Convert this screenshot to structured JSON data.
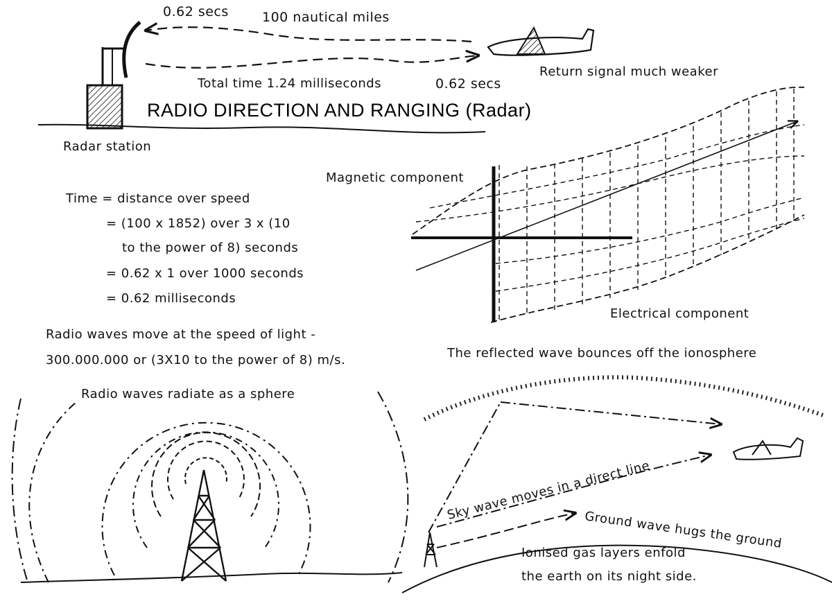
{
  "radar": {
    "title": "RADIO DIRECTION AND RANGING (Radar)",
    "outbound_time": "0.62 secs",
    "distance": "100 nautical miles",
    "total_time": "Total time 1.24 milliseconds",
    "return_time": "0.62 secs",
    "return_note": "Return signal much weaker",
    "station_label": "Radar station"
  },
  "formula": {
    "line1": "Time = distance over speed",
    "line2": "= (100 x 1852) over 3 x (10",
    "line3": "to the power of 8) seconds",
    "line4": "= 0.62 x 1 over 1000 seconds",
    "line5": "= 0.62 milliseconds"
  },
  "wave": {
    "magnetic": "Magnetic component",
    "electrical": "Electrical component"
  },
  "speed_note": {
    "line1": "Radio waves move at the speed of light -",
    "line2": "300.000.000 or (3X10 to the power of 8) m/s."
  },
  "sphere": {
    "caption": "Radio waves radiate as a sphere"
  },
  "ionosphere": {
    "caption": "The reflected wave bounces off the ionosphere",
    "sky_wave": "Sky wave moves in a direct line",
    "ground_wave": "Ground wave hugs the ground",
    "note_line1": "Ionised gas layers enfold",
    "note_line2": "the earth on its night side."
  }
}
